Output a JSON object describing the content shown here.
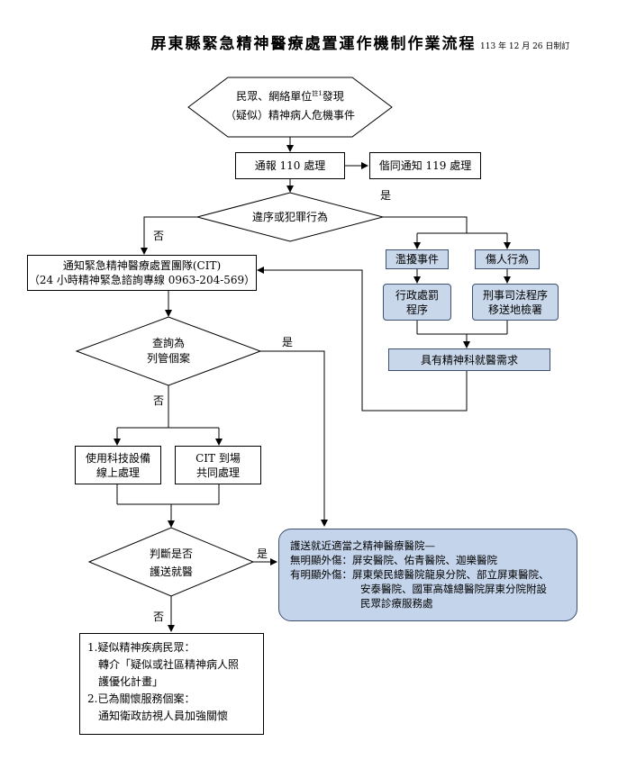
{
  "title": "屏東縣緊急精神醫療處置運作機制作業流程",
  "date": "113 年 12 月 26 日制訂",
  "nodes": {
    "start_line1": "民眾、網絡單位",
    "start_note": "註1",
    "start_line1_end": "發現",
    "start_line2": "（疑似）精神病人危機事件",
    "report110": "通報 110 處理",
    "notify119": "偕同通知 119 處理",
    "violation": "違序或犯罪行為",
    "notify_cit_line1": "通知緊急精神醫療處置團隊(CIT)",
    "notify_cit_line2": "（24 小時精神緊急諮詢專線 0963-204-569）",
    "abuse": "濫擾事件",
    "harm": "傷人行為",
    "admin_penalty_line1": "行政處罰",
    "admin_penalty_line2": "程序",
    "criminal_line1": "刑事司法程序",
    "criminal_line2": "移送地檢署",
    "psych_need": "具有精神科就醫需求",
    "query_line1": "查詢為",
    "query_line2": "列管個案",
    "tech_line1": "使用科技設備",
    "tech_line2": "線上處理",
    "cit_onsite_line1": "CIT 到場",
    "cit_onsite_line2": "共同處理",
    "judge_line1": "判斷是否",
    "judge_line2": "護送就醫",
    "hospital_line1": "護送就近適當之精神醫療醫院—",
    "hospital_line2": "無明顯外傷：屏安醫院、佑青醫院、迦樂醫院",
    "hospital_line3": "有明顯外傷：屏東榮民總醫院龍泉分院、部立屏東醫院、",
    "hospital_line4": "安泰醫院、國軍高雄總醫院屏東分院附設",
    "hospital_line5": "民眾診療服務處",
    "note_line1": "1.疑似精神疾病民眾：",
    "note_line2": "轉介「疑似或社區精神病人照",
    "note_line3": "護優化計畫」",
    "note_line4": "2.已為關懷服務個案：",
    "note_line5": "通知衛政訪視人員加強關懷"
  },
  "edge_labels": {
    "yes": "是",
    "no": "否"
  },
  "colors": {
    "blue_fill": "#c9d7ea",
    "blue_border": "#3d4f73",
    "line": "#000000"
  }
}
